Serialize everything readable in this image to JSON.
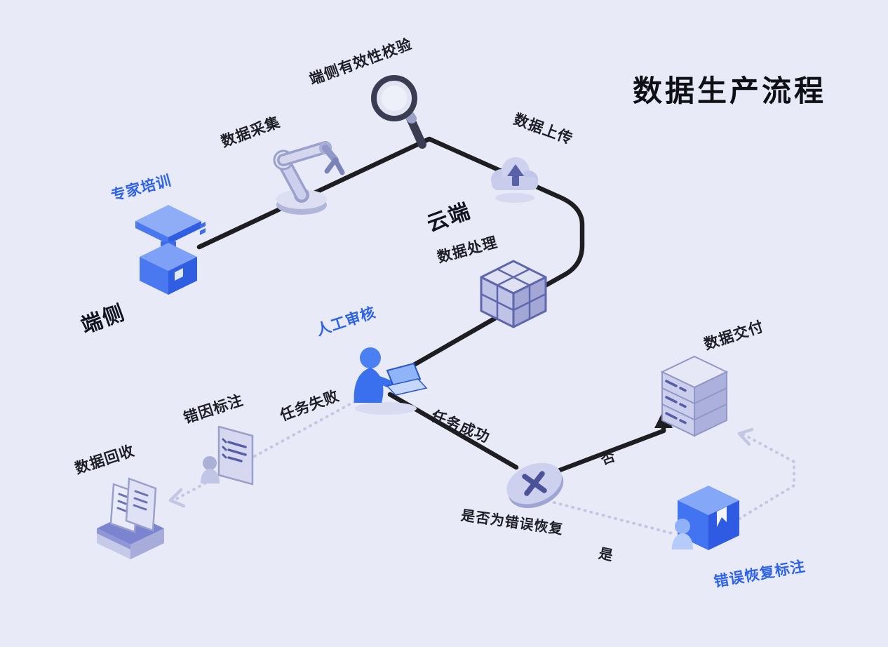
{
  "title": "数据生产流程",
  "colors": {
    "background": "#e9eaf8",
    "solid_line": "#1d1d22",
    "dotted_line": "#c3c7e2",
    "accent_blue": "#2c63ea",
    "icon_blue": "#3f71f0",
    "icon_lavender": "#c6cae8",
    "text_dark": "#1d1e26"
  },
  "zones": {
    "device": {
      "label": "端侧"
    },
    "cloud": {
      "label": "云端"
    }
  },
  "nodes": {
    "expert_training": {
      "label": "专家培训",
      "icon": "graduation-podium-icon"
    },
    "data_collection": {
      "label": "数据采集",
      "icon": "robot-arm-icon"
    },
    "device_validation": {
      "label": "端侧有效性校验",
      "icon": "magnifier-icon"
    },
    "data_upload": {
      "label": "数据上传",
      "icon": "cloud-upload-icon"
    },
    "data_processing": {
      "label": "数据处理",
      "icon": "cube-blocks-icon"
    },
    "manual_review": {
      "label": "人工审核",
      "icon": "person-laptop-icon"
    },
    "error_cause_annotation": {
      "label": "错因标注",
      "icon": "annotated-document-icon"
    },
    "data_recycle": {
      "label": "数据回收",
      "icon": "recycle-box-icon"
    },
    "decision": {
      "label": "是否为错误恢复",
      "symbol": "X",
      "icon": "decision-x-node"
    },
    "data_delivery": {
      "label": "数据交付",
      "icon": "server-stack-icon"
    },
    "error_recovery_annotation": {
      "label": "错误恢复标注",
      "icon": "blue-book-person-icon"
    }
  },
  "edges": {
    "task_failed": {
      "label": "任务失败",
      "style": "dotted"
    },
    "task_success": {
      "label": "任务成功",
      "style": "solid"
    },
    "no": {
      "label": "否",
      "style": "solid"
    },
    "yes": {
      "label": "是",
      "style": "dotted"
    }
  }
}
